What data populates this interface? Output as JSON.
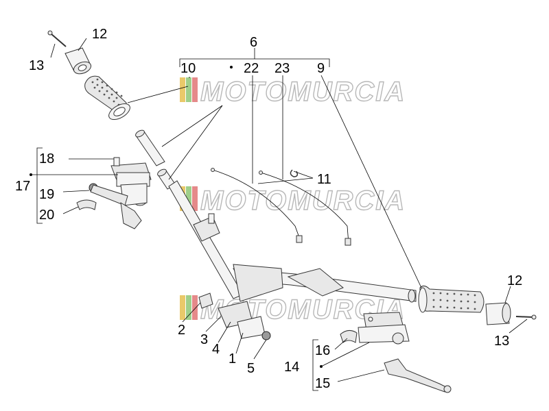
{
  "watermark": "MOTOMURCIA",
  "labels": {
    "l6": "6",
    "l10": "10",
    "l22": "22",
    "l23": "23",
    "l9": "9",
    "l12a": "12",
    "l13a": "13",
    "l18": "18",
    "l17": "17",
    "l19": "19",
    "l20": "20",
    "l11": "11",
    "l12b": "12",
    "l13b": "13",
    "l2": "2",
    "l3": "3",
    "l4": "4",
    "l1": "1",
    "l5": "5",
    "l14": "14",
    "l16": "16",
    "l15": "15"
  }
}
